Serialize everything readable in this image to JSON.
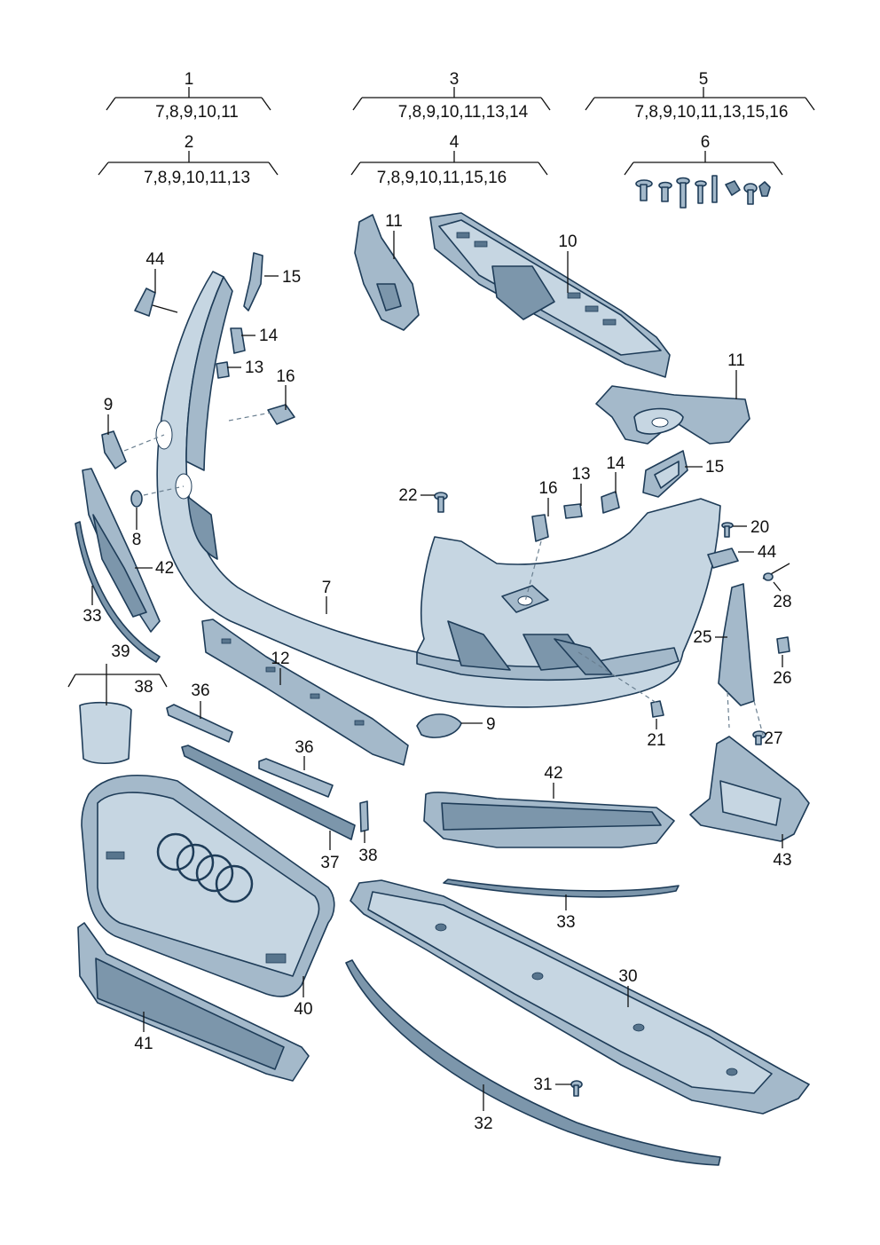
{
  "groups": [
    {
      "number": "1",
      "members": "7,8,9,10,11"
    },
    {
      "number": "2",
      "members": "7,8,9,10,11,13"
    },
    {
      "number": "3",
      "members": "7,8,9,10,11,13,14"
    },
    {
      "number": "4",
      "members": "7,8,9,10,11,15,16"
    },
    {
      "number": "5",
      "members": "7,8,9,10,11,13,15,16"
    },
    {
      "number": "6",
      "members": ""
    },
    {
      "number": "39",
      "members": "38"
    }
  ],
  "callouts": [
    "44",
    "15",
    "14",
    "13",
    "16",
    "9",
    "8",
    "42",
    "33",
    "7",
    "11",
    "10",
    "11",
    "15",
    "14",
    "13",
    "16",
    "22",
    "20",
    "44",
    "28",
    "25",
    "26",
    "27",
    "21",
    "9",
    "12",
    "39",
    "36",
    "36",
    "37",
    "38",
    "42",
    "43",
    "33",
    "30",
    "40",
    "41",
    "31",
    "32"
  ],
  "colors": {
    "part_light": "#c6d6e2",
    "part_mid": "#a4b9ca",
    "part_dark": "#7c96ab",
    "outline": "#1e3c58"
  }
}
